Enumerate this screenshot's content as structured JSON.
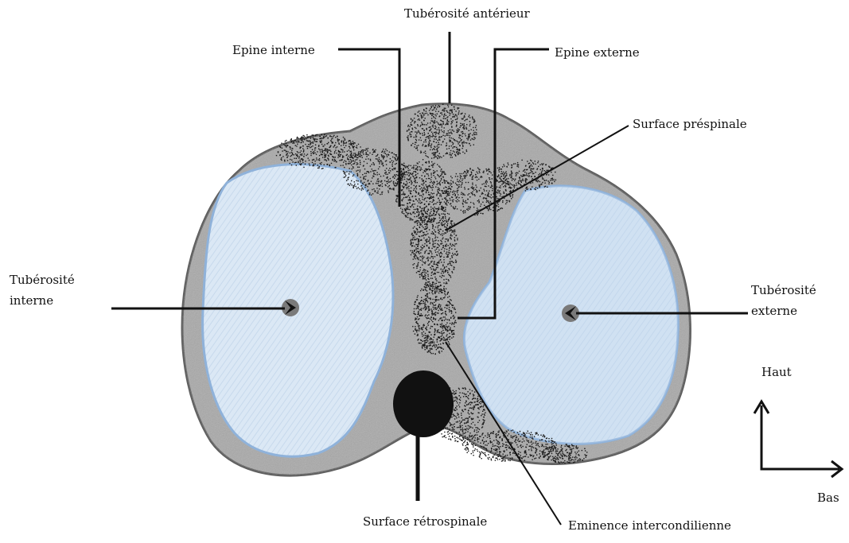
{
  "labels": {
    "tuberosite_anterieur": "Tubérosité antérieur",
    "epine_interne": "Epine interne",
    "epine_externe": "Epine externe",
    "surface_prespinale": "Surface préspinale",
    "tuberosite_interne_l1": "Tubérosité",
    "tuberosite_interne_l2": "interne",
    "tuberosite_externe_l1": "Tubérosité",
    "tuberosite_externe_l2": "externe",
    "haut": "Haut",
    "bas": "Bas",
    "surface_retrospinale": "Surface rétrospinale",
    "eminence_intercondilienne": "Eminence intercondilienne"
  },
  "colors": {
    "bone": "#9a9a9a",
    "bone_dark": "#6e6e6e",
    "cartilage": "#d6e6f5",
    "cartilage_edge": "#9cbde0",
    "stipple": "#1a1a1a",
    "line": "#111111"
  }
}
